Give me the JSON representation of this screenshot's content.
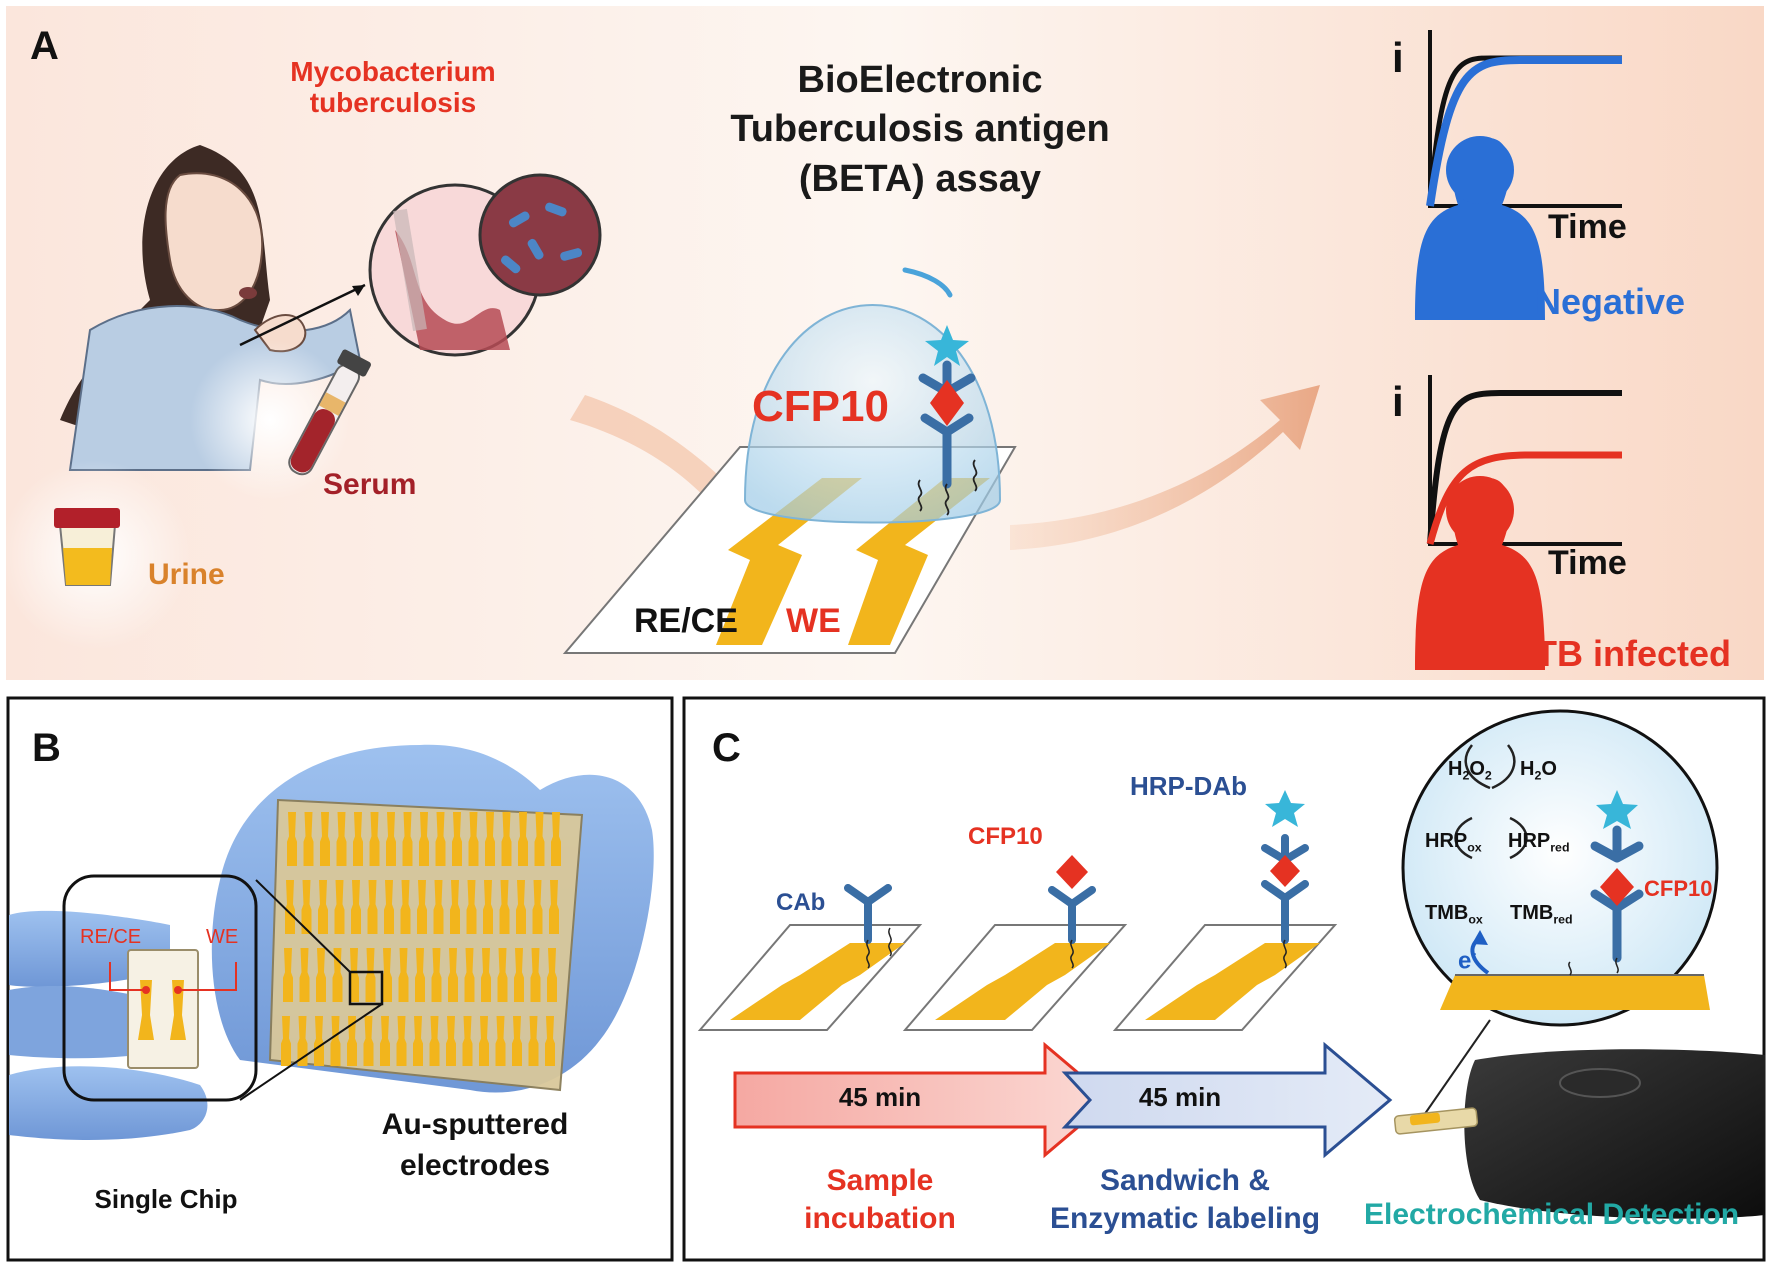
{
  "colors": {
    "red": "#e53222",
    "blue": "#2a6fd6",
    "navy": "#2b4f93",
    "teal": "#22a9a5",
    "orange": "#d9822b",
    "gold": "#f2b51c",
    "antibody": "#3a6ea5"
  },
  "panel_a": {
    "letter": "A",
    "pathogen": [
      "Mycobacterium",
      "tuberculosis"
    ],
    "title": [
      "BioElectronic",
      "Tuberculosis antigen",
      "(BETA) assay"
    ],
    "antigen": "CFP10",
    "serum": "Serum",
    "urine": "Urine",
    "electrode_ref": "RE/CE",
    "electrode_work": "WE",
    "current_axis": "i",
    "time_axis": "Time",
    "negative": "Negative",
    "infected": "TB infected"
  },
  "panel_b": {
    "letter": "B",
    "electrode_ref": "RE/CE",
    "electrode_work": "WE",
    "single_chip": "Single Chip",
    "sputtered": [
      "Au-sputtered",
      "electrodes"
    ]
  },
  "panel_c": {
    "letter": "C",
    "cab": "CAb",
    "antigen": "CFP10",
    "hrp_dab": "HRP-DAb",
    "step1_time": "45 min",
    "step2_time": "45 min",
    "step1_label": [
      "Sample",
      "incubation"
    ],
    "step2_label": [
      "Sandwich &",
      "Enzymatic labeling"
    ],
    "detection": "Electrochemical Detection",
    "h2o2": {
      "base": "H",
      "sub1": "2",
      "mid": "O",
      "sub2": "2"
    },
    "h2o": {
      "base": "H",
      "sub1": "2",
      "mid": "O"
    },
    "hrp_ox": {
      "base": "HRP",
      "sub": "ox"
    },
    "hrp_red": {
      "base": "HRP",
      "sub": "red"
    },
    "tmb_ox": {
      "base": "TMB",
      "sub": "ox"
    },
    "tmb_red": {
      "base": "TMB",
      "sub": "red"
    },
    "electron": {
      "base": "e",
      "sup": "-"
    }
  }
}
